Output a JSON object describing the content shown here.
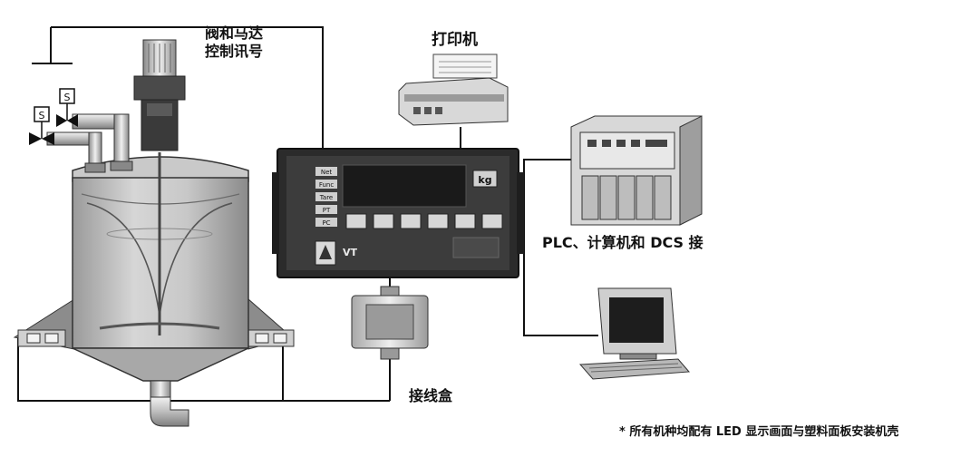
{
  "labels": {
    "valve_motor_line1": "阀和马达",
    "valve_motor_line2": "控制讯号",
    "printer": "打印机",
    "plc": "PLC、计算机和 DCS 接",
    "junction_box": "接线盒",
    "footnote": "* 所有机种均配有 LED 显示画面与塑料面板安装机壳"
  },
  "indicator": {
    "display_unit": "kg",
    "model": "VT",
    "front_buttons": [
      "Net",
      "Func",
      "Tare",
      "PT",
      "PC"
    ]
  },
  "valves": {
    "solenoid_mark": "S"
  }
}
